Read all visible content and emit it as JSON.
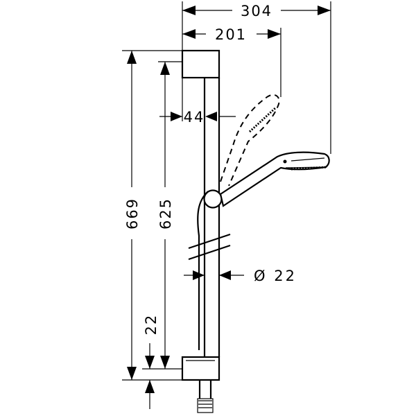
{
  "dimensions": {
    "overall_reach": "304",
    "handshower_reach": "201",
    "wall_offset": "44",
    "total_height": "669",
    "rail_height": "625",
    "bottom_offset": "22",
    "pipe_diameter": "Ø 22"
  }
}
